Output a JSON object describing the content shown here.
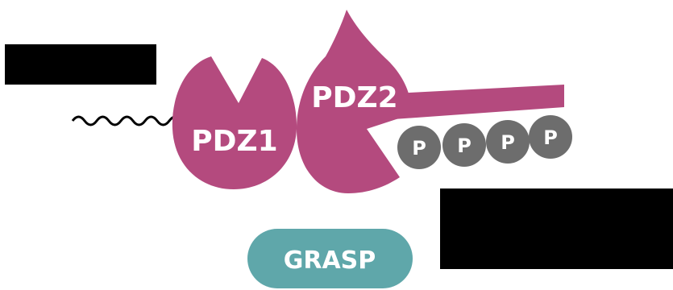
{
  "colors": {
    "protein": "#b44a7e",
    "phospho": "#6d6d6d",
    "grasp": "#5fa7aa",
    "redaction": "#000000",
    "linker": "#000000"
  },
  "domains": {
    "pdz1": "PDZ1",
    "pdz2": "PDZ2"
  },
  "phospho_sites": [
    {
      "label": "P"
    },
    {
      "label": "P"
    },
    {
      "label": "P"
    },
    {
      "label": "P"
    }
  ],
  "grasp": {
    "label": "GRASP"
  }
}
